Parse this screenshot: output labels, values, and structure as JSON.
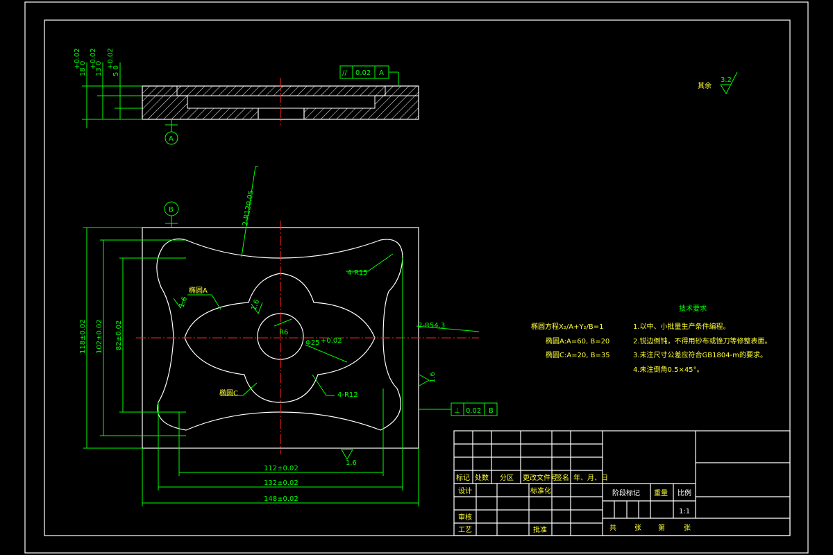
{
  "colors": {
    "geometry": "#ffffff",
    "dimension": "#00ff00",
    "centerline": "#ff2020",
    "table_text": "#ffff33"
  },
  "section_view": {
    "tolerances": {
      "label": "0.02",
      "datum": "A",
      "symbol": "//"
    },
    "datum_a_label": "A",
    "heights": [
      "18",
      "13",
      "5"
    ],
    "height_tol": [
      "+0.02",
      "+0.02",
      "+0.02"
    ],
    "height_base": [
      "0",
      "0",
      "0"
    ]
  },
  "roughness": {
    "other_label": "其余",
    "other_value": "3.2",
    "side_value": "1.6",
    "bottom_value": "1.6",
    "inner_value": "1.6",
    "corner_value": "1.6"
  },
  "plan_view": {
    "datum_b_label": "B",
    "flatness": {
      "symbol": "⊥",
      "value": "0.02",
      "datum": "B"
    },
    "callouts": {
      "r120": "2-R120.05",
      "r15": "4-R15",
      "r54": "2-R54.3",
      "r12": "4-R12",
      "ellipse_a": "椭圆A",
      "ellipse_c": "椭圆C",
      "dia25": "Φ25",
      "dia25_tol": "+0.02",
      "r6": "R6",
      "r16": "1.6"
    },
    "dims_h": [
      "112±0.02",
      "132±0.02",
      "148±0.02"
    ],
    "dims_v": [
      "118±0.02",
      "102±0.02",
      "82±0.02"
    ]
  },
  "tech_requirements": {
    "title": "技术要求",
    "ellipse_eq": "椭圆方程X₂/A+Y₂/B=1",
    "ellipse_a": "椭圆A:A=60, B=20",
    "ellipse_c": "椭圆C:A=20, B=35",
    "items": [
      "1.以中、小批量生产条件编程。",
      "2.锐边倒钝，不得用砂布或锉刀等修整表面。",
      "3.未注尺寸公差应符合GB1804-m的要求。",
      "4.未注倒角0.5×45°。"
    ]
  },
  "title_block": {
    "row_labels": [
      "标记",
      "处数",
      "分区",
      "更改文件号",
      "签名",
      "年、月、日"
    ],
    "design": "设计",
    "standard": "标准化",
    "review": "审核",
    "process": "工艺",
    "approve": "批准",
    "stage_mark": "阶段标记",
    "weight": "重量",
    "scale": "比例",
    "scale_value": "1:1",
    "sheets": [
      "共",
      "张",
      "第",
      "张"
    ]
  }
}
